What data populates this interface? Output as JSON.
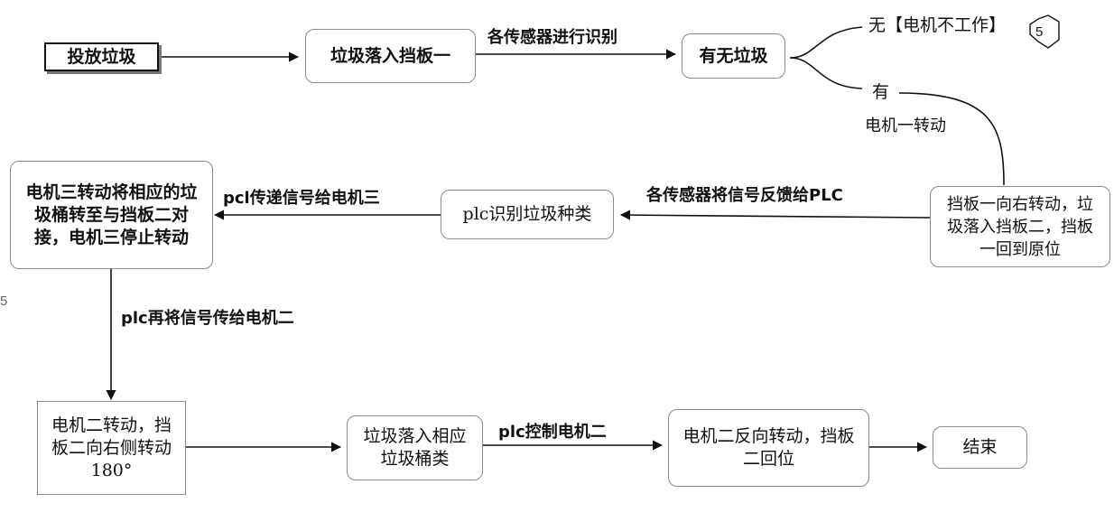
{
  "nodes": {
    "start": "投放垃圾",
    "baffle_one": "垃圾落入挡板一",
    "check_trash": "有无垃圾",
    "baffle_turn": "挡板一向右转动，垃圾落入挡板二，挡板一回到原位",
    "plc_identify": "plc识别垃圾种类",
    "motor_three": "电机三转动将相应的垃圾桶转至与挡板二对接，电机三停止转动",
    "motor_two_turn": "电机二转动，挡板二向右侧转动180°",
    "trash_into_bin": "垃圾落入相应垃圾桶类",
    "motor_two_reverse": "电机二反向转动，挡板二回位",
    "end": "结束"
  },
  "edge_labels": {
    "sensors_identify": "各传感器进行识别",
    "no_trash": "无【电机不工作】",
    "has_trash": "有",
    "motor_one": "电机一转动",
    "sensors_feedback": "各传感器将信号反馈给PLC",
    "pcl_to_motor_three": "pcl传递信号给电机三",
    "plc_to_motor_two": "plc再将信号传给电机二",
    "plc_control_motor_two": "plc控制电机二"
  },
  "connector_label": "5",
  "margin_mark": "5"
}
